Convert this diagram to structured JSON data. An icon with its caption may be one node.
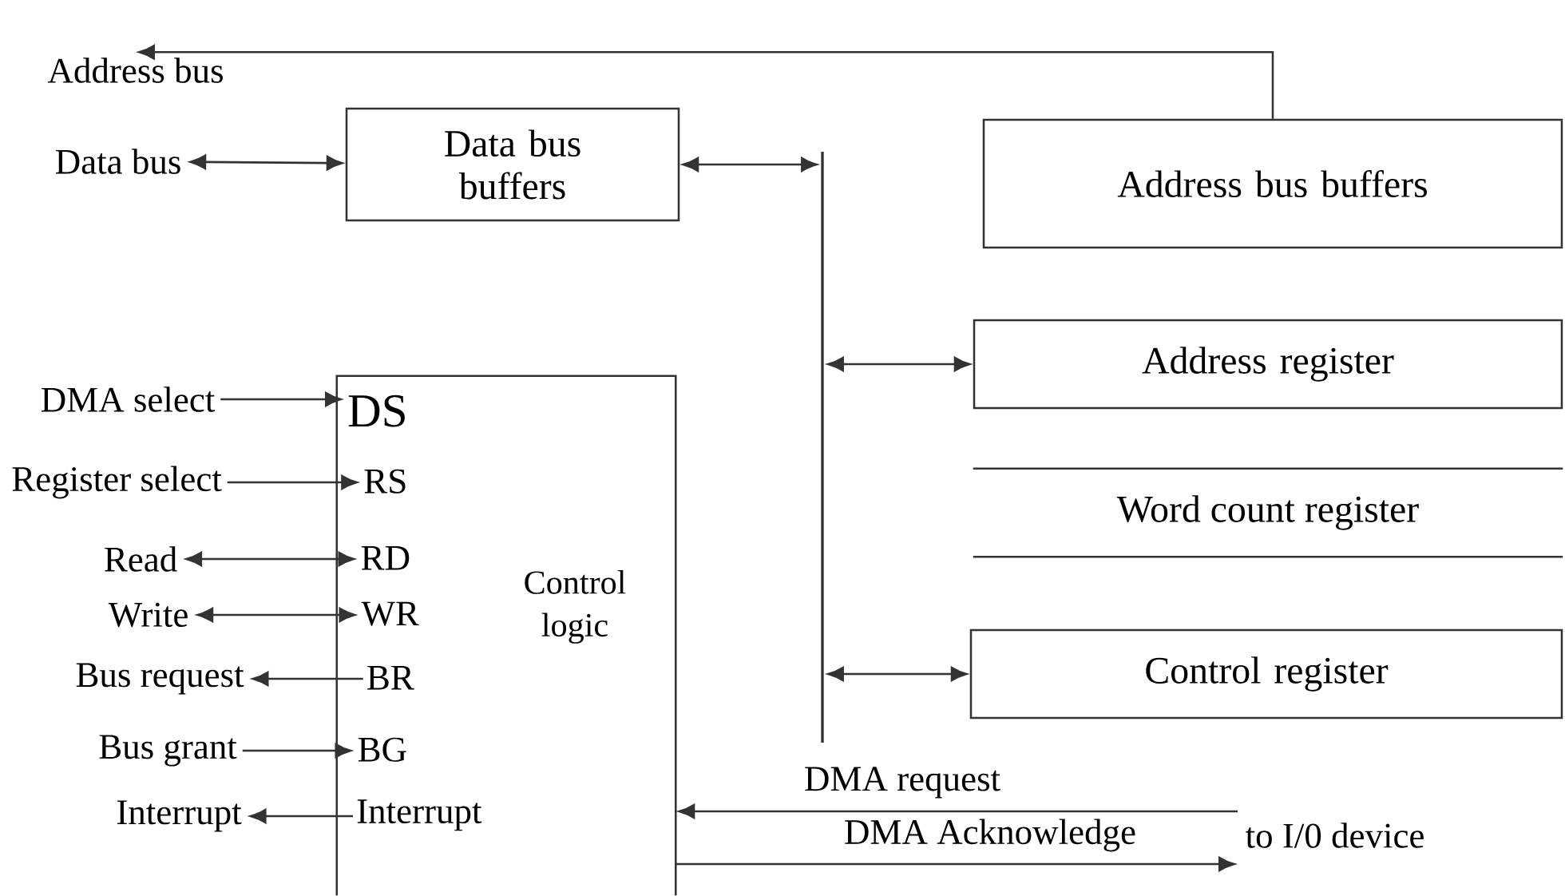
{
  "diagram": {
    "nodes": [
      {
        "text": [
          "Address bus"
        ]
      },
      {
        "text": [
          "Data bus"
        ]
      },
      {
        "text": [
          "Data bus buffers"
        ]
      },
      {
        "text": [],
        "shape": "bar"
      },
      {
        "text": [
          "Address bus buffers"
        ]
      },
      {
        "text": [
          "Address register"
        ]
      },
      {
        "text": [
          "Word count register"
        ]
      },
      {
        "text": [
          "Control register"
        ]
      },
      {
        "text": [
          "Control logic"
        ]
      },
      {
        "text": [
          "DS"
        ],
        "in": 8
      },
      {
        "text": [
          "RS"
        ],
        "in": 8
      },
      {
        "text": [
          "RD"
        ],
        "in": 8
      },
      {
        "text": [
          "WR"
        ],
        "in": 8
      },
      {
        "text": [
          "BR"
        ],
        "in": 8
      },
      {
        "text": [
          "BG"
        ],
        "in": 8
      },
      {
        "text": [
          "Interrupt"
        ],
        "in": 8
      },
      {
        "text": [
          "DMA select"
        ]
      },
      {
        "text": [
          "Register select"
        ]
      },
      {
        "text": [
          "Read"
        ]
      },
      {
        "text": [
          "Write"
        ]
      },
      {
        "text": [
          "Bus request"
        ]
      },
      {
        "text": [
          "Bus grant"
        ]
      },
      {
        "text": [
          "Interrupt"
        ]
      }
    ],
    "edges": [
      {
        "from": 4,
        "to": 0,
        "arrow": "to"
      },
      {
        "from": 1,
        "to": 2,
        "arrow": "both"
      },
      {
        "from": 2,
        "to": 3,
        "arrow": "both"
      },
      {
        "from": 3,
        "to": 5,
        "arrow": "both"
      },
      {
        "from": 3,
        "to": 7,
        "arrow": "both"
      },
      {
        "from": 16,
        "to": 9,
        "arrow": "to"
      },
      {
        "from": 17,
        "to": 10,
        "arrow": "to"
      },
      {
        "from": 18,
        "to": 11,
        "arrow": "both"
      },
      {
        "from": 19,
        "to": 12,
        "arrow": "both"
      },
      {
        "from": 13,
        "to": 20,
        "arrow": "to"
      },
      {
        "from": 21,
        "to": 14,
        "arrow": "to"
      },
      {
        "from": 15,
        "to": 22,
        "arrow": "to"
      },
      {
        "from": null,
        "to": 8,
        "arrow": "to",
        "label": "DMA request"
      },
      {
        "from": 8,
        "to": null,
        "arrow": "to",
        "label": "DMA Acknowledge"
      }
    ],
    "labels": [
      "to I/0 device"
    ]
  }
}
